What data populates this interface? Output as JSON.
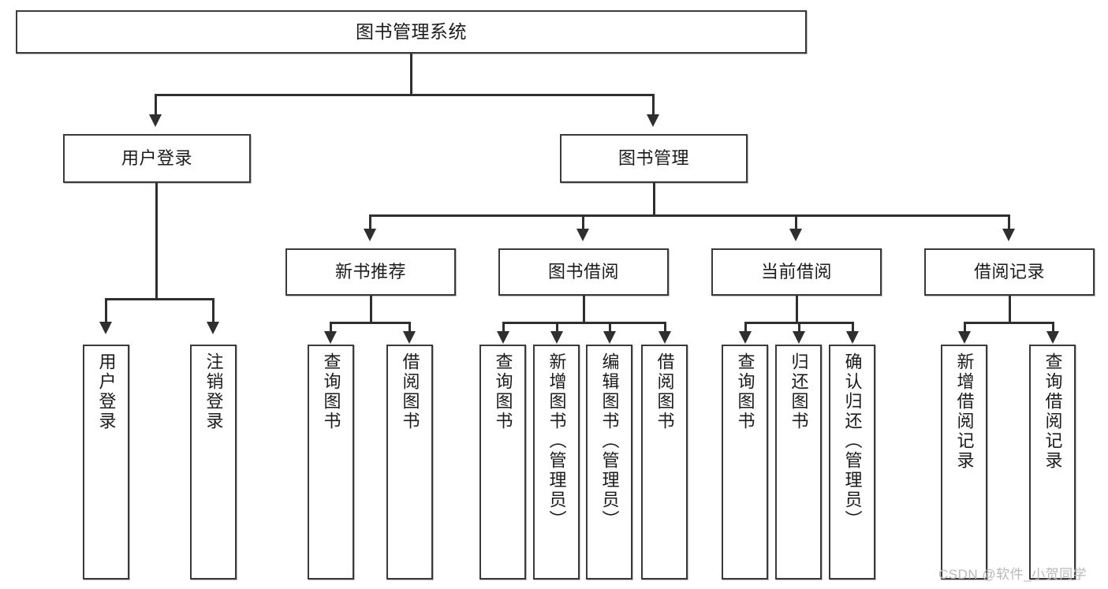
{
  "diagram": {
    "type": "tree-hierarchy",
    "title": "图书管理系统",
    "watermark": "CSDN @软件_小贺同学",
    "colors": {
      "box_border": "#3a3a3a",
      "box_fill": "#ffffff",
      "connector": "#2f2f2f",
      "text": "#1b1b1b",
      "watermark": "#b9b9b9",
      "canvas": "#ffffff"
    },
    "root": {
      "label": "图书管理系统"
    },
    "level2": [
      {
        "label": "用户登录"
      },
      {
        "label": "图书管理"
      }
    ],
    "level3": [
      {
        "label": "新书推荐"
      },
      {
        "label": "图书借阅"
      },
      {
        "label": "当前借阅"
      },
      {
        "label": "借阅记录"
      }
    ],
    "leaves": {
      "user_login": [
        {
          "label": "用户登录"
        },
        {
          "label": "注销登录"
        }
      ],
      "new_book_recommend": [
        {
          "label": "查询图书"
        },
        {
          "label": "借阅图书"
        }
      ],
      "book_borrow": [
        {
          "label": "查询图书"
        },
        {
          "label": "新增图书（管理员）"
        },
        {
          "label": "编辑图书（管理员）"
        },
        {
          "label": "借阅图书"
        }
      ],
      "current_borrow": [
        {
          "label": "查询图书"
        },
        {
          "label": "归还图书"
        },
        {
          "label": "确认归还（管理员）"
        }
      ],
      "borrow_record": [
        {
          "label": "新增借阅记录"
        },
        {
          "label": "查询借阅记录"
        }
      ]
    }
  }
}
